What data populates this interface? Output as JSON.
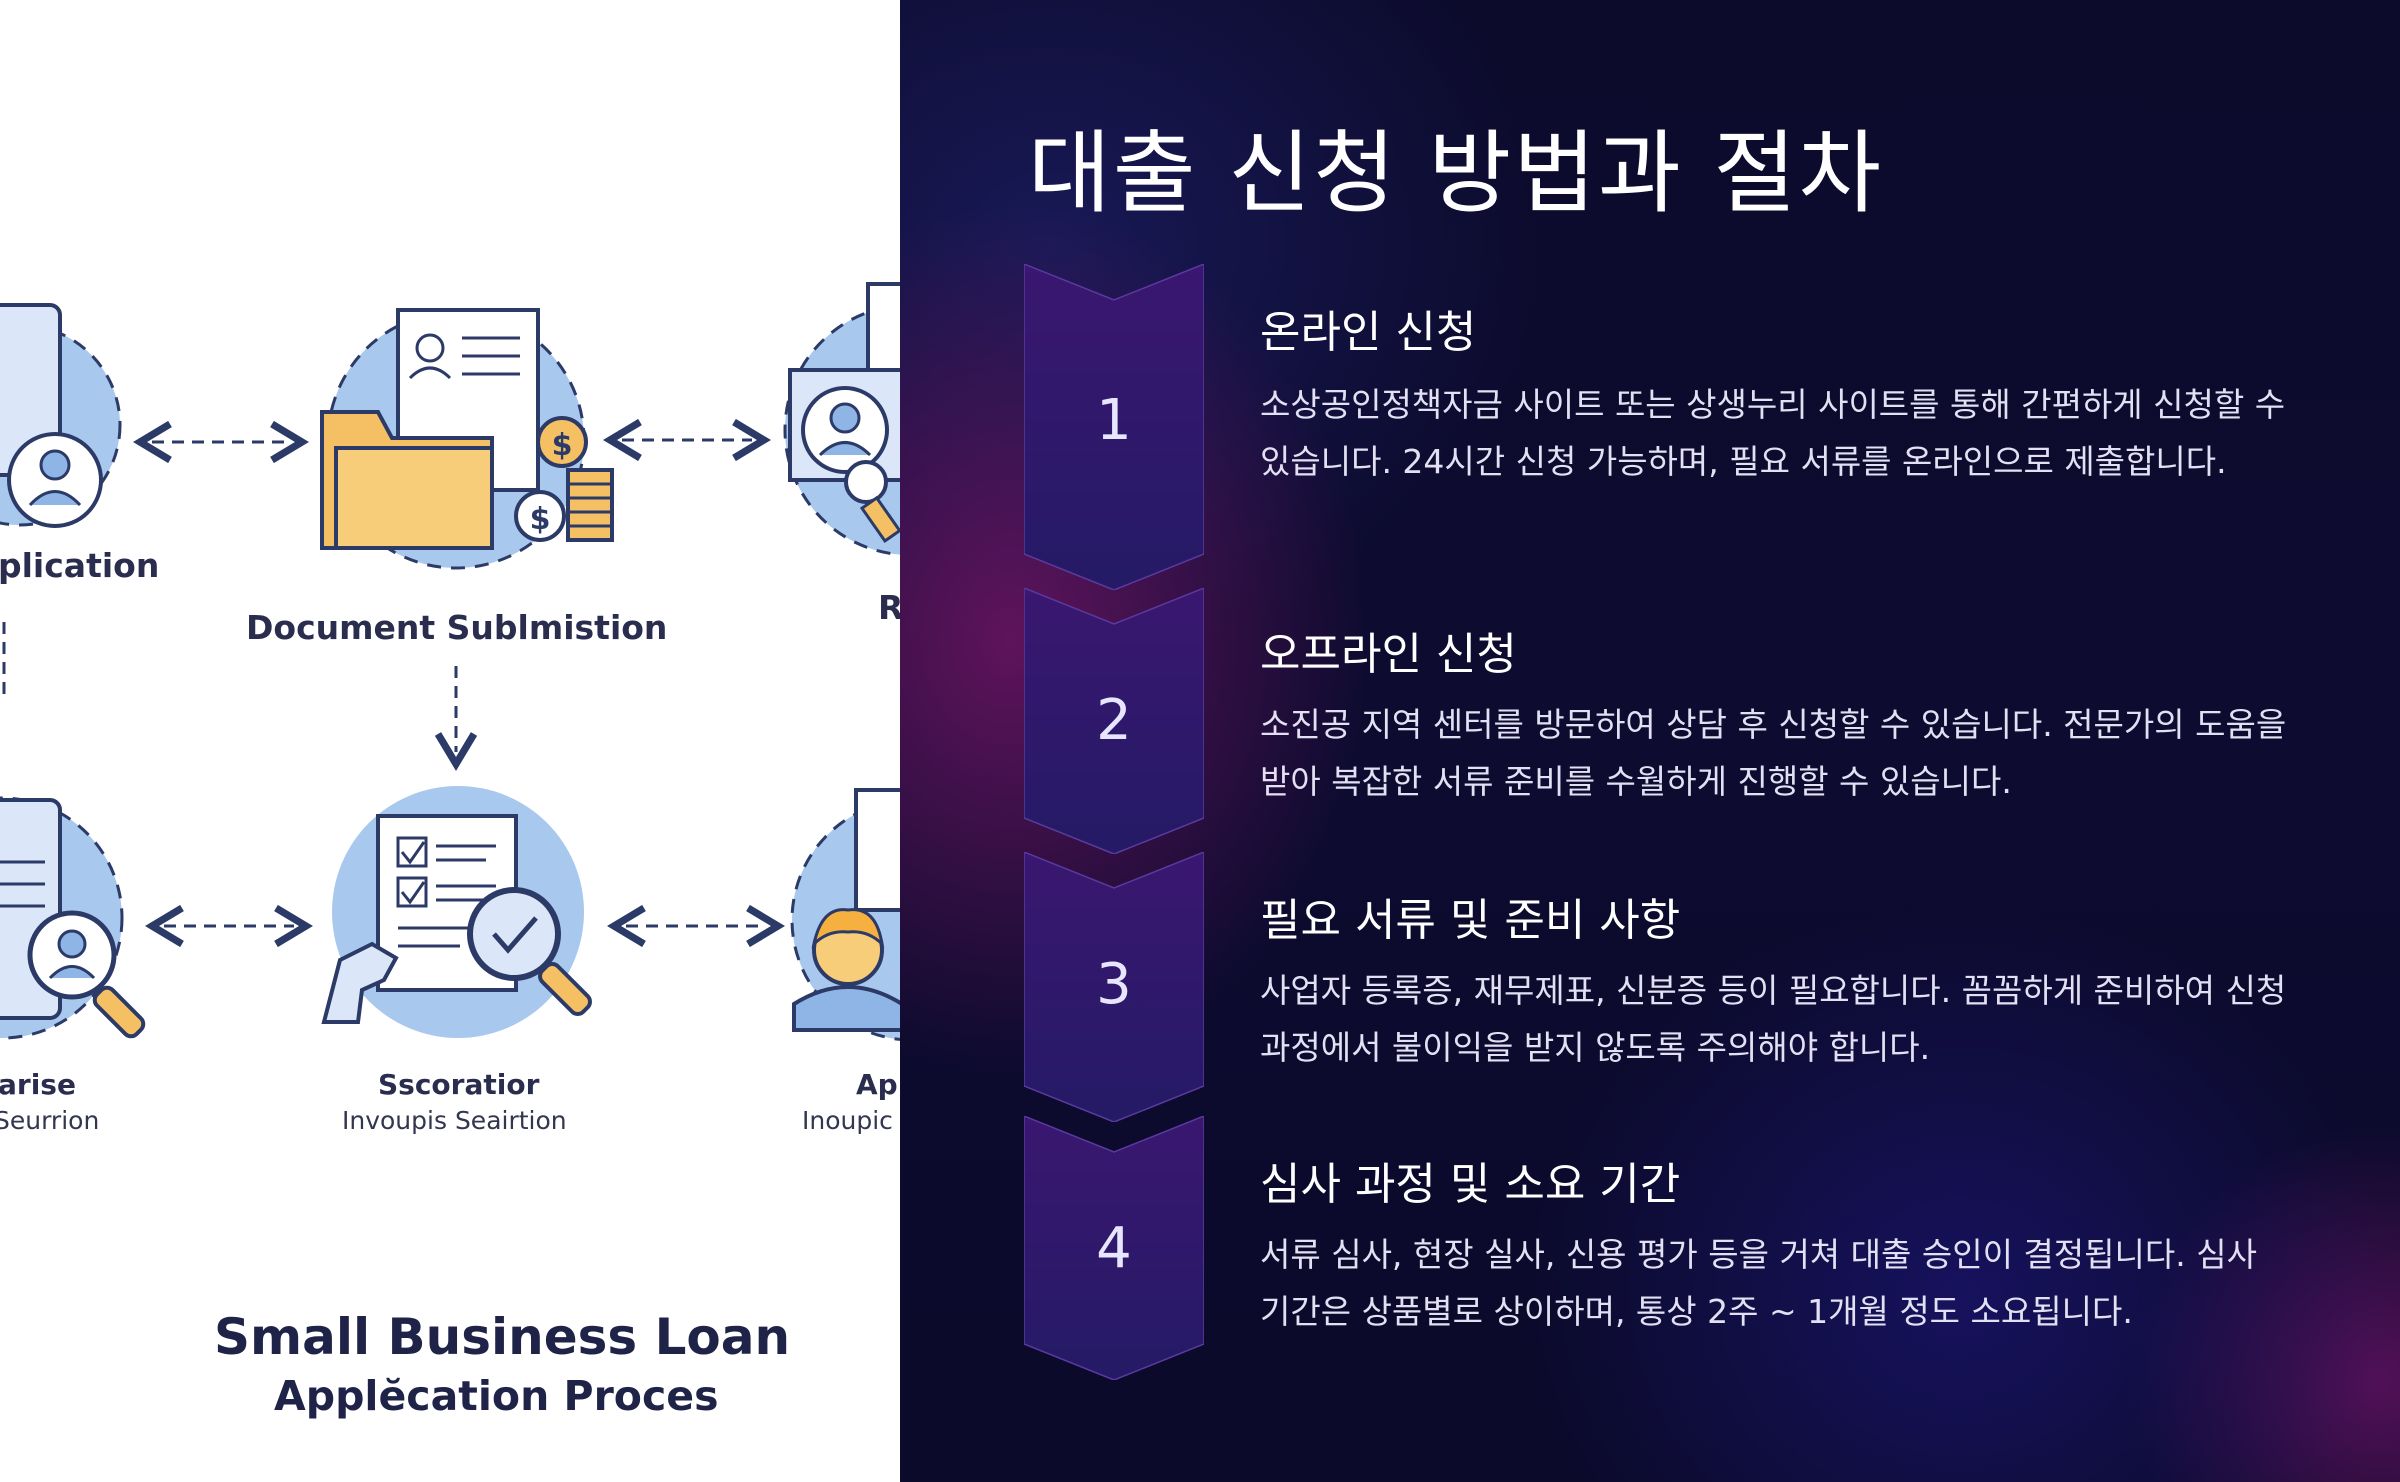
{
  "illustration": {
    "labels": {
      "application": "plication",
      "document_submission": "Document Sublmistion",
      "review_partial": "R",
      "left_bottom": "arise",
      "left_bottom_sub": "Seurrion",
      "center_bottom": "Sscoratior",
      "center_bottom_sub": "Invoupis Seairtion",
      "right_bottom": "Ap",
      "right_bottom_sub": "Inoupic"
    },
    "footer_line1": "Small Business Loan",
    "footer_line2": "Applĕcation Proces",
    "icons": [
      "smartphone-user-icon",
      "document-folder-icon",
      "coins-icon",
      "user-search-icon",
      "document-magnifier-icon",
      "checklist-approval-icon",
      "user-avatar-icon"
    ],
    "colors": {
      "circle": "#a9c8ee",
      "folder": "#f5c063",
      "outline": "#2b3a67",
      "label": "#2a2d4e"
    }
  },
  "title": "대출 신청 방법과 절차",
  "steps": [
    {
      "number": "1",
      "title": "온라인 신청",
      "description": "소상공인정책자금 사이트 또는 상생누리 사이트를 통해 간편하게 신청할 수 있습니다. 24시간 신청 가능하며, 필요 서류를 온라인으로 제출합니다."
    },
    {
      "number": "2",
      "title": "오프라인 신청",
      "description": "소진공 지역 센터를 방문하여 상담 후 신청할 수 있습니다. 전문가의 도움을 받아 복잡한 서류 준비를 수월하게 진행할 수 있습니다."
    },
    {
      "number": "3",
      "title": "필요 서류 및 준비 사항",
      "description": "사업자 등록증, 재무제표, 신분증 등이 필요합니다. 꼼꼼하게 준비하여 신청 과정에서 불이익을 받지 않도록 주의해야 합니다."
    },
    {
      "number": "4",
      "title": "심사 과정 및 소요 기간",
      "description": "서류 심사, 현장 실사, 신용 평가 등을 거쳐 대출 승인이 결정됩니다. 심사 기간은 상품별로 상이하며, 통상 2주 ~ 1개월 정도 소요됩니다."
    }
  ],
  "colors": {
    "background": "#0b0a2a",
    "chevron_top": "#3a1770",
    "chevron_bottom": "#241a66",
    "text": "#ffffff"
  }
}
